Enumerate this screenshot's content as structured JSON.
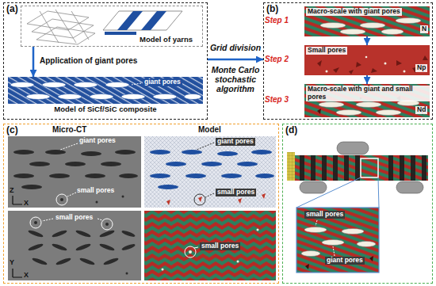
{
  "diagram": {
    "nodes": [
      {
        "text": [
          "(a)"
        ]
      },
      {
        "text": [
          "Model of yarns"
        ],
        "in": 0
      },
      {
        "text": [
          "Model of SiCf/SiC composite"
        ],
        "in": 0
      },
      {
        "text": [
          "(b)"
        ]
      },
      {
        "text": [
          "Step 1",
          "Macro-scale with giant pores",
          "N"
        ],
        "in": 3
      },
      {
        "text": [
          "Step 2",
          "Small pores",
          "Np"
        ],
        "in": 3
      },
      {
        "text": [
          "Step 3",
          "Macro-scale with giant and small pores",
          "Nd"
        ],
        "in": 3
      },
      {
        "text": [
          "(c)"
        ]
      },
      {
        "text": [
          "(d)"
        ]
      }
    ],
    "edges": [
      {
        "from": 0,
        "to": 3,
        "arrow": "to",
        "label": "Grid division"
      },
      {
        "from": 1,
        "to": 2,
        "arrow": "to",
        "label": "Application of giant pores"
      },
      {
        "from": 4,
        "to": 5,
        "arrow": "to"
      },
      {
        "from": 5,
        "to": 6,
        "arrow": "to"
      }
    ],
    "labels": [
      "giant pores",
      "Monte Carlo stochastic algorithm",
      "Micro-CT",
      "Model",
      "giant pores",
      "small pores",
      "Z",
      "X",
      "giant pores",
      "small pores",
      "small pores",
      "Y",
      "X",
      "small pores",
      "small pores",
      "giant pores"
    ]
  }
}
